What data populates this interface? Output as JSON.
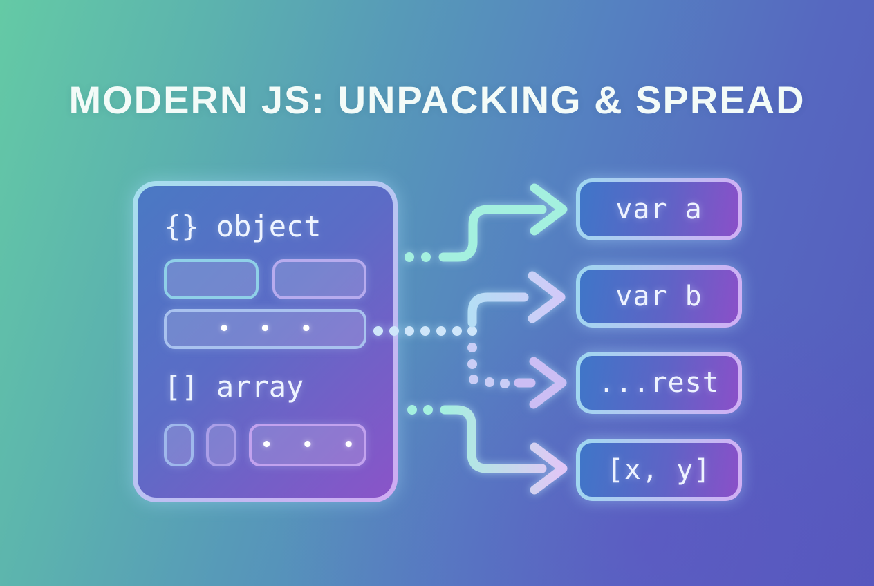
{
  "title": "MODERN JS: UNPACKING & SPREAD",
  "source_panel": {
    "object_label": "{} object",
    "array_label": "[] array",
    "ellipsis": "• • •"
  },
  "targets": [
    {
      "label": "var a"
    },
    {
      "label": "var b"
    },
    {
      "label": "...rest"
    },
    {
      "label": "[x, y]"
    }
  ],
  "colors": {
    "bg_mint": "#64caa5",
    "bg_teal": "#58a9b2",
    "bg_blue": "#5581c1",
    "bg_violet": "#5559bd",
    "panel_fill_start": "#4a79c4",
    "panel_fill_end": "#8a54c8",
    "panel_border_start": "#a6e0ee",
    "panel_border_end": "#cfaaf2",
    "box_fill_start": "#3f76c8",
    "box_fill_end": "#8a50c8",
    "box_border_start": "#9ed8f0",
    "box_border_end": "#d2aef4",
    "arrow_mint": "#a4f0df",
    "arrow_blue": "#b5def5",
    "arrow_lavender": "#d3c9f8",
    "arrow_solid_lavender": "#ccbef4",
    "arrow_pink": "#e2c6f6",
    "dot_blue": "#cfe6fa",
    "dot_lavender": "#c9cdf6"
  }
}
